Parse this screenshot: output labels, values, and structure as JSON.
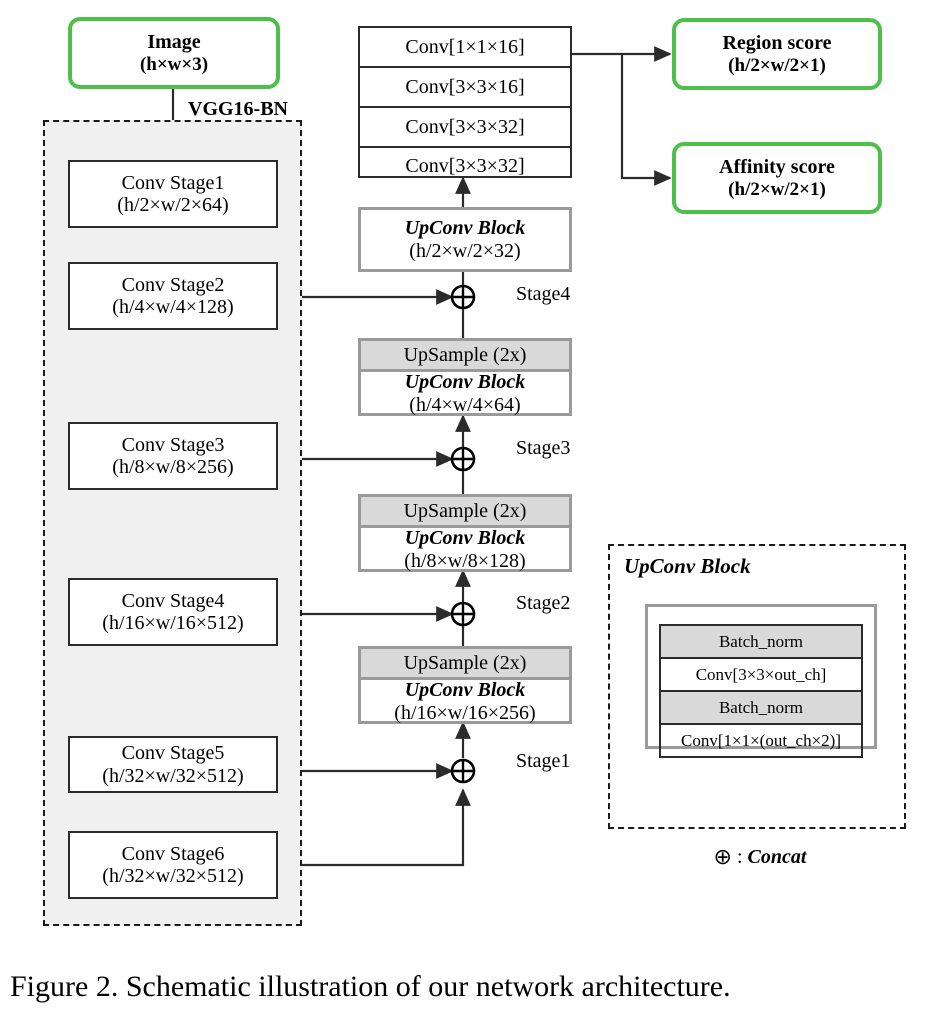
{
  "figure": {
    "caption": "Figure 2. Schematic illustration of our network architecture.",
    "colors": {
      "accent_green": "#4fbf4b",
      "backbone_fill": "#f0f0f0",
      "upsample_fill": "#d9d9d9",
      "gray_frame": "#9a9a9a",
      "line": "#2b2b2b"
    }
  },
  "input": {
    "title": "Image",
    "shape": "(h×w×3)"
  },
  "backbone": {
    "label": "VGG16-BN",
    "stages": [
      {
        "name": "Conv Stage1",
        "shape": "(h/2×w/2×64)"
      },
      {
        "name": "Conv Stage2",
        "shape": "(h/4×w/4×128)"
      },
      {
        "name": "Conv Stage3",
        "shape": "(h/8×w/8×256)"
      },
      {
        "name": "Conv Stage4",
        "shape": "(h/16×w/16×512)"
      },
      {
        "name": "Conv Stage5",
        "shape": "(h/32×w/32×512)"
      },
      {
        "name": "Conv Stage6",
        "shape": "(h/32×w/32×512)"
      }
    ]
  },
  "head": {
    "layers": [
      "Conv[1×1×16]",
      "Conv[3×3×16]",
      "Conv[3×3×32]",
      "Conv[3×3×32]"
    ]
  },
  "outputs": [
    {
      "title": "Region score",
      "shape": "(h/2×w/2×1)"
    },
    {
      "title": "Affinity score",
      "shape": "(h/2×w/2×1)"
    }
  ],
  "decoder": {
    "upsample_label": "UpSample (2x)",
    "blocks": [
      {
        "name": "UpConv Block",
        "shape": "(h/2×w/2×32)",
        "has_upsample": false,
        "stage_label": "Stage4"
      },
      {
        "name": "UpConv Block",
        "shape": "(h/4×w/4×64)",
        "has_upsample": true,
        "stage_label": "Stage3"
      },
      {
        "name": "UpConv Block",
        "shape": "(h/8×w/8×128)",
        "has_upsample": true,
        "stage_label": "Stage2"
      },
      {
        "name": "UpConv Block",
        "shape": "(h/16×w/16×256)",
        "has_upsample": true,
        "stage_label": "Stage1"
      }
    ]
  },
  "legend": {
    "title": "UpConv Block",
    "rows": [
      "Batch_norm",
      "Conv[3×3×out_ch]",
      "Batch_norm",
      "Conv[1×1×(out_ch×2)]"
    ],
    "concat_symbol": "⊕",
    "concat_separator": ":",
    "concat_word": "Concat"
  }
}
